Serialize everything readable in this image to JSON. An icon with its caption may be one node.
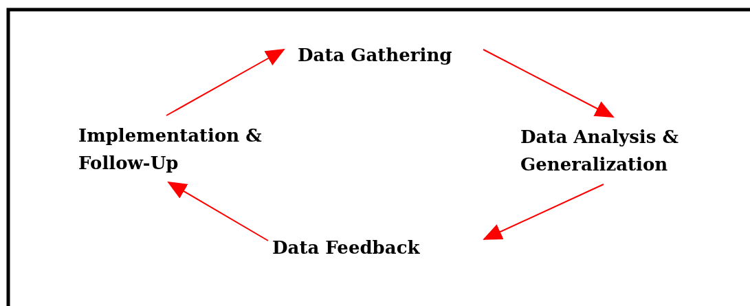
{
  "diagram": {
    "nodes": [
      {
        "text": [
          "Data Gathering"
        ]
      },
      {
        "text": [
          "Data Analysis & Generalization"
        ]
      },
      {
        "text": [
          "Data Feedback"
        ]
      },
      {
        "text": [
          "Implementation & Follow-Up"
        ]
      }
    ],
    "edges": [
      {
        "from": 3,
        "to": 0,
        "arrow": "to",
        "color": "#ff0000"
      },
      {
        "from": 0,
        "to": 1,
        "arrow": "to",
        "color": "#ff0000"
      },
      {
        "from": 1,
        "to": 2,
        "arrow": "to",
        "color": "#ff0000"
      },
      {
        "from": 2,
        "to": 3,
        "arrow": "to",
        "color": "#ff0000"
      }
    ]
  }
}
